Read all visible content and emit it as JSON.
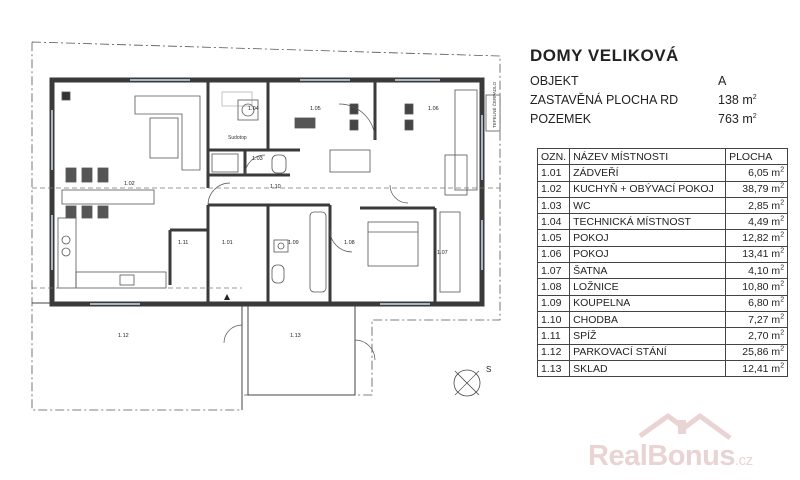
{
  "title": "DOMY VELIKOVÁ",
  "info": [
    {
      "label": "OBJEKT",
      "value": "A",
      "unit": ""
    },
    {
      "label": "ZASTAVĚNÁ PLOCHA RD",
      "value": "138 m",
      "unit": "2"
    },
    {
      "label": "POZEMEK",
      "value": "763 m",
      "unit": "2"
    }
  ],
  "room_table": {
    "headers": [
      "OZN.",
      "NÁZEV MÍSTNOSTI",
      "PLOCHA"
    ],
    "rows": [
      {
        "id": "1.01",
        "name": "ZÁDVEŘÍ",
        "area": "6,05 m",
        "sup": "2"
      },
      {
        "id": "1.02",
        "name": "KUCHYŇ + OBÝVACÍ POKOJ",
        "area": "38,79 m",
        "sup": "2"
      },
      {
        "id": "1.03",
        "name": "WC",
        "area": "2,85 m",
        "sup": "2"
      },
      {
        "id": "1.04",
        "name": "TECHNICKÁ MÍSTNOST",
        "area": "4,49 m",
        "sup": "2"
      },
      {
        "id": "1.05",
        "name": "POKOJ",
        "area": "12,82 m",
        "sup": "2"
      },
      {
        "id": "1.06",
        "name": "POKOJ",
        "area": "13,41 m",
        "sup": "2"
      },
      {
        "id": "1.07",
        "name": "ŠATNA",
        "area": "4,10 m",
        "sup": "2"
      },
      {
        "id": "1.08",
        "name": "LOŽNICE",
        "area": "10,80 m",
        "sup": "2"
      },
      {
        "id": "1.09",
        "name": "KOUPELNA",
        "area": "6,80 m",
        "sup": "2"
      },
      {
        "id": "1.10",
        "name": "CHODBA",
        "area": "7,27 m",
        "sup": "2"
      },
      {
        "id": "1.11",
        "name": "SPÍŽ",
        "area": "2,70 m",
        "sup": "2"
      },
      {
        "id": "1.12",
        "name": "PARKOVACÍ STÁNÍ",
        "area": "25,86 m",
        "sup": "2"
      },
      {
        "id": "1.13",
        "name": "SKLAD",
        "area": "12,41 m",
        "sup": "2"
      }
    ]
  },
  "plan_labels": {
    "r101": "1.01",
    "r102": "1.02",
    "r103": "1.03",
    "r104": "1.04",
    "r105": "1.05",
    "r106": "1.06",
    "r107": "1.07",
    "r108": "1.08",
    "r109": "1.09",
    "r110": "1.10",
    "r111": "1.11",
    "r112": "1.12",
    "r113": "1.13",
    "compass": "S",
    "heat_pump": "TEPELNÉ ČERPADLO",
    "sudotop": "Sudotop"
  },
  "logo": {
    "main": "RealBonus",
    "tld": ".cz"
  },
  "colors": {
    "wall": "#3a3a3a",
    "glass": "#a7b5c5",
    "logo": "#ead3d3"
  }
}
